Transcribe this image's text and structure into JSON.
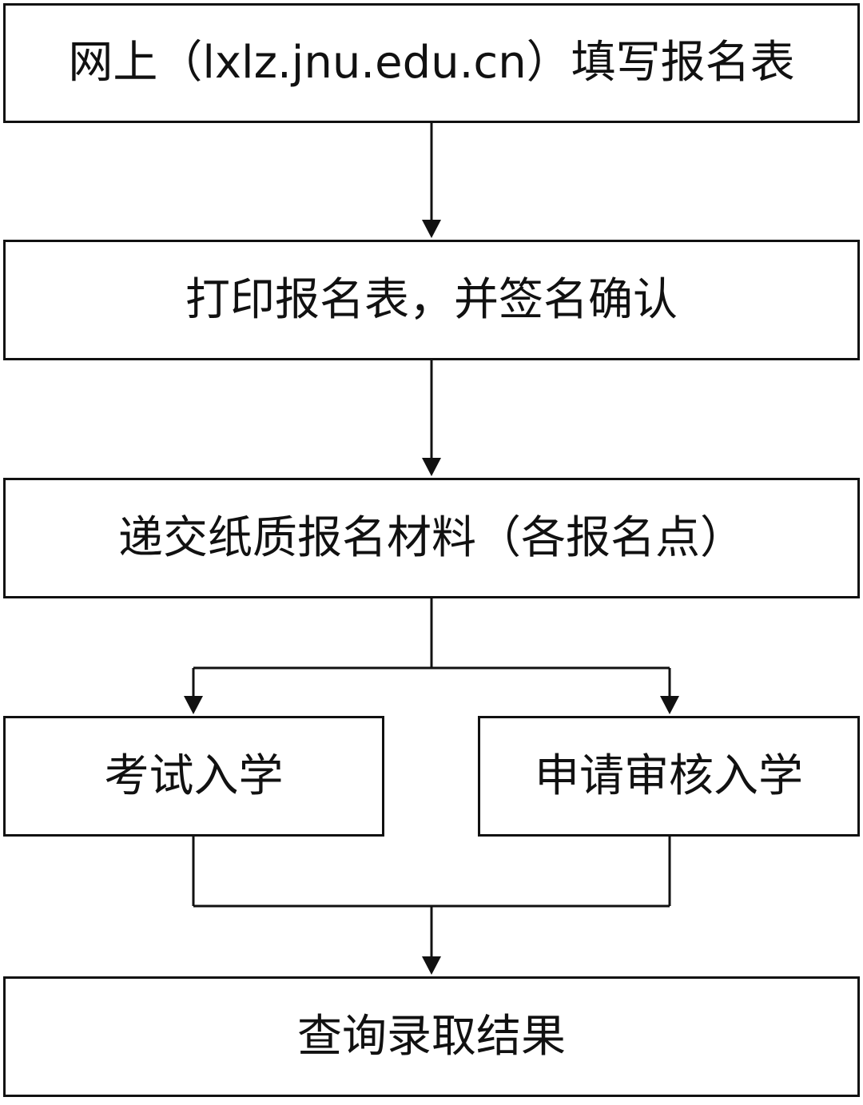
{
  "flowchart": {
    "step1": "网上（lxlz.jnu.edu.cn）填写报名表",
    "step2": "打印报名表，并签名确认",
    "step3": "递交纸质报名材料（各报名点）",
    "branch_left": "考试入学",
    "branch_right": "申请审核入学",
    "step5": "查询录取结果"
  },
  "colors": {
    "stroke": "#111111",
    "background": "#ffffff"
  }
}
